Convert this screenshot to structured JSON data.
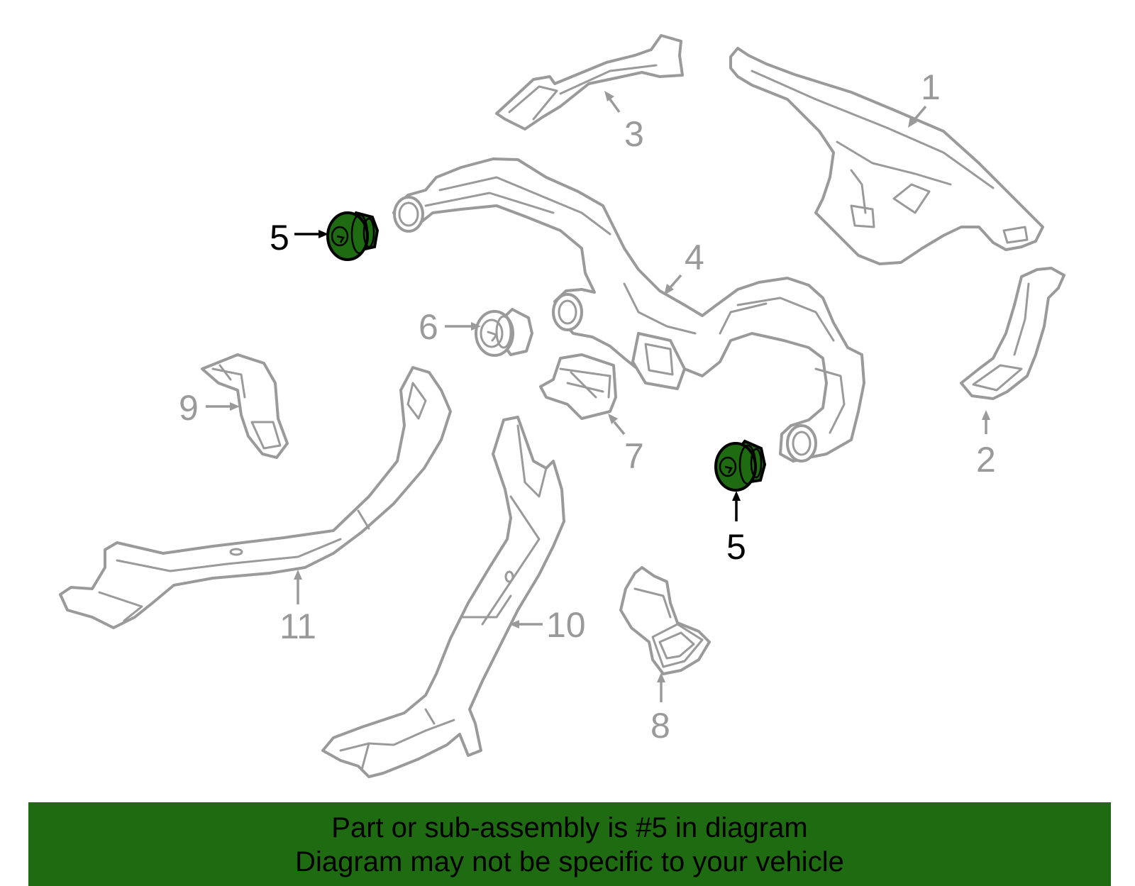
{
  "colors": {
    "highlight_part": "#1e6b12",
    "banner_background": "#1e6b12",
    "line_art": "#9a9a9a",
    "highlight_label": "#000000"
  },
  "callouts": {
    "c1": "1",
    "c2": "2",
    "c3": "3",
    "c4": "4",
    "c5a": "5",
    "c5b": "5",
    "c6": "6",
    "c7": "7",
    "c8": "8",
    "c9": "9",
    "c10": "10",
    "c11": "11"
  },
  "banner": {
    "line1": "Part or sub-assembly is #5 in diagram",
    "line2": "Diagram may not be specific to your vehicle"
  }
}
